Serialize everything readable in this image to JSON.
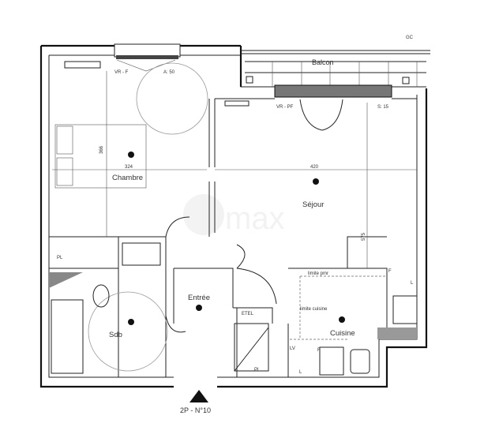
{
  "plan": {
    "corner_mark": "GC",
    "unit_label": "2P - N°10",
    "rooms": {
      "balcon": "Balcon",
      "chambre": "Chambre",
      "sejour": "Séjour",
      "sdb": "Sdb",
      "entree": "Entrée",
      "cuisine": "Cuisine"
    },
    "annotations": {
      "window_bedroom": "VR - F",
      "window_bedroom_area": "A: 50",
      "window_living": "VR - PF",
      "window_living_area": "S: 15",
      "bedroom_depth": "366",
      "bedroom_width": "324",
      "living_width": "420",
      "living_depth": "575",
      "pl_bedroom": "PL",
      "pl_entry": "PL",
      "etel": "ETEL",
      "limite_pmr": "limite pmr",
      "limite_cuisine": "limite cuisine",
      "lv": "LV",
      "fridge_1": "F",
      "fridge_2": "F",
      "l_1": "L",
      "l_2": "L"
    },
    "watermark": "max"
  }
}
